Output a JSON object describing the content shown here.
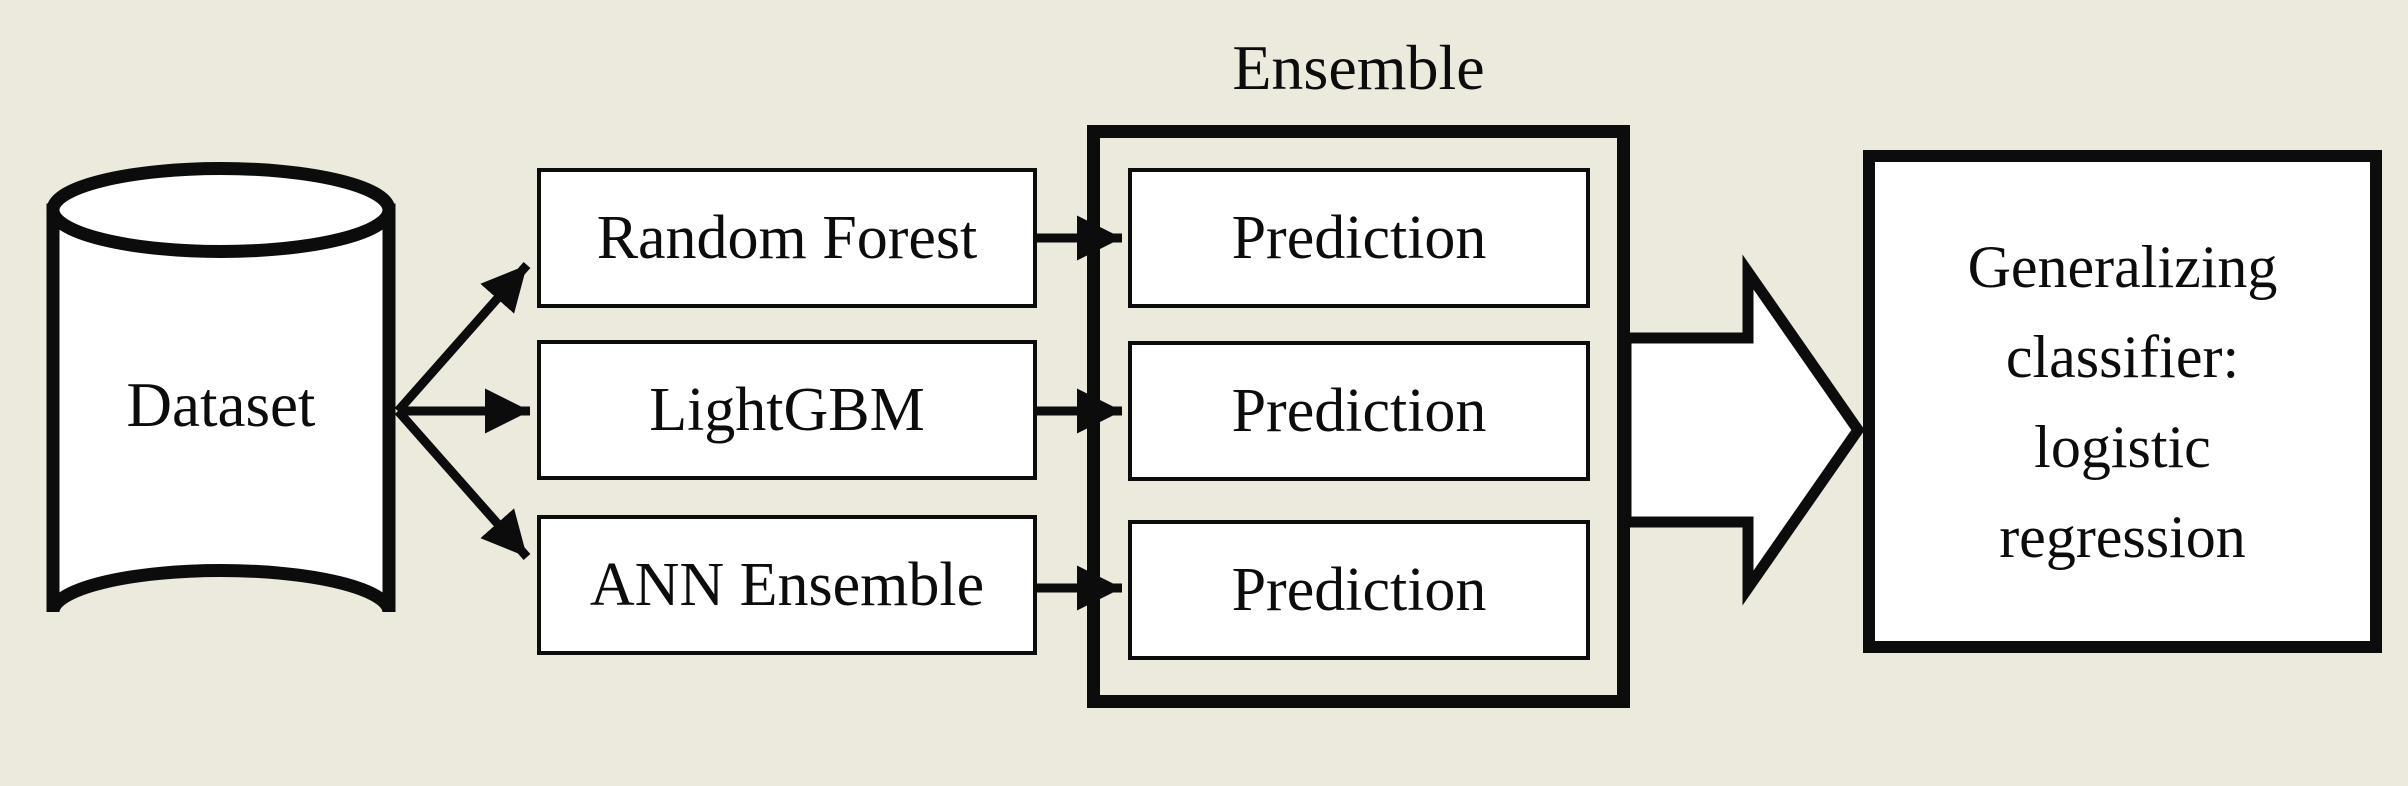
{
  "colors": {
    "background": "#ece9dd",
    "line": "#0c0c0c",
    "shape_fill": "#ffffff"
  },
  "dataset": {
    "label": "Dataset"
  },
  "models": [
    {
      "label": "Random Forest"
    },
    {
      "label": "LightGBM"
    },
    {
      "label": "ANN Ensemble"
    }
  ],
  "ensemble": {
    "label": "Ensemble",
    "predictions": [
      {
        "label": "Prediction"
      },
      {
        "label": "Prediction"
      },
      {
        "label": "Prediction"
      }
    ]
  },
  "classifier": {
    "lines": [
      "Generalizing",
      "classifier:",
      "logistic",
      "regression"
    ]
  }
}
